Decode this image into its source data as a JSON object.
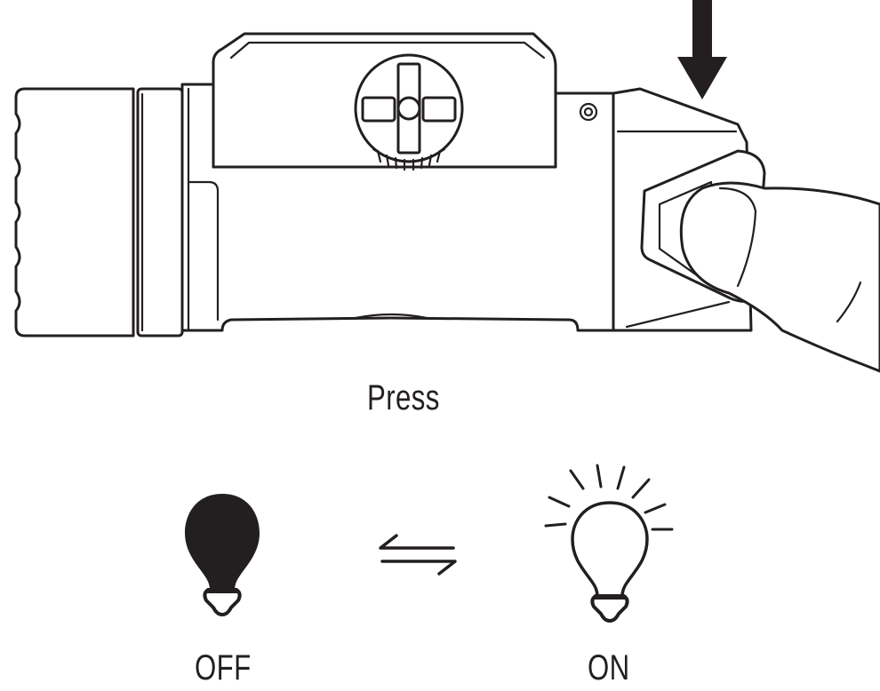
{
  "labels": {
    "press": "Press",
    "off": "OFF",
    "on": "ON"
  },
  "colors": {
    "ink": "#231f20",
    "background": "#ffffff"
  },
  "icons": {
    "press_indicator": "arrow-down-icon",
    "bulb_off": "bulb-off-icon",
    "bulb_on": "bulb-on-icon",
    "toggle": "toggle-arrows-icon",
    "finger": "finger-icon",
    "flashlight": "flashlight-icon"
  }
}
